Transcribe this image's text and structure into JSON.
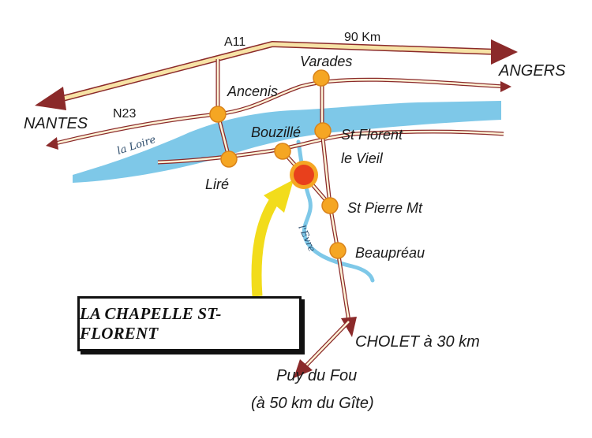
{
  "colors": {
    "road_outline": "#8b2a2a",
    "road_fill": "#fdf3d6",
    "motorway_fill": "#f7e3a6",
    "river": "#7ec8e8",
    "town_dot": "#f5a623",
    "highlight_dot": "#e8401c",
    "arrow": "#f2dc1b",
    "box_border": "#111111"
  },
  "roads": {
    "motorway": "A11",
    "motorway_distance": "90 Km",
    "national": "N23"
  },
  "destinations": {
    "west": "NANTES",
    "east": "ANGERS",
    "south_east": "CHOLET à 30 km",
    "south": "Puy du Fou",
    "south_note": "(à 50 km du Gîte)"
  },
  "rivers": {
    "loire": "la Loire",
    "evre": "l'Evre"
  },
  "towns": {
    "ancenis": "Ancenis",
    "varades": "Varades",
    "bouzille": "Bouzillé",
    "st_florent_line1": "St Florent",
    "st_florent_line2": "le Vieil",
    "lire": "Liré",
    "st_pierre": "St Pierre Mt",
    "beaupreau": "Beaupréau"
  },
  "highlight": {
    "label": "LA CHAPELLE ST-FLORENT",
    "icon": "map-pin-icon"
  }
}
